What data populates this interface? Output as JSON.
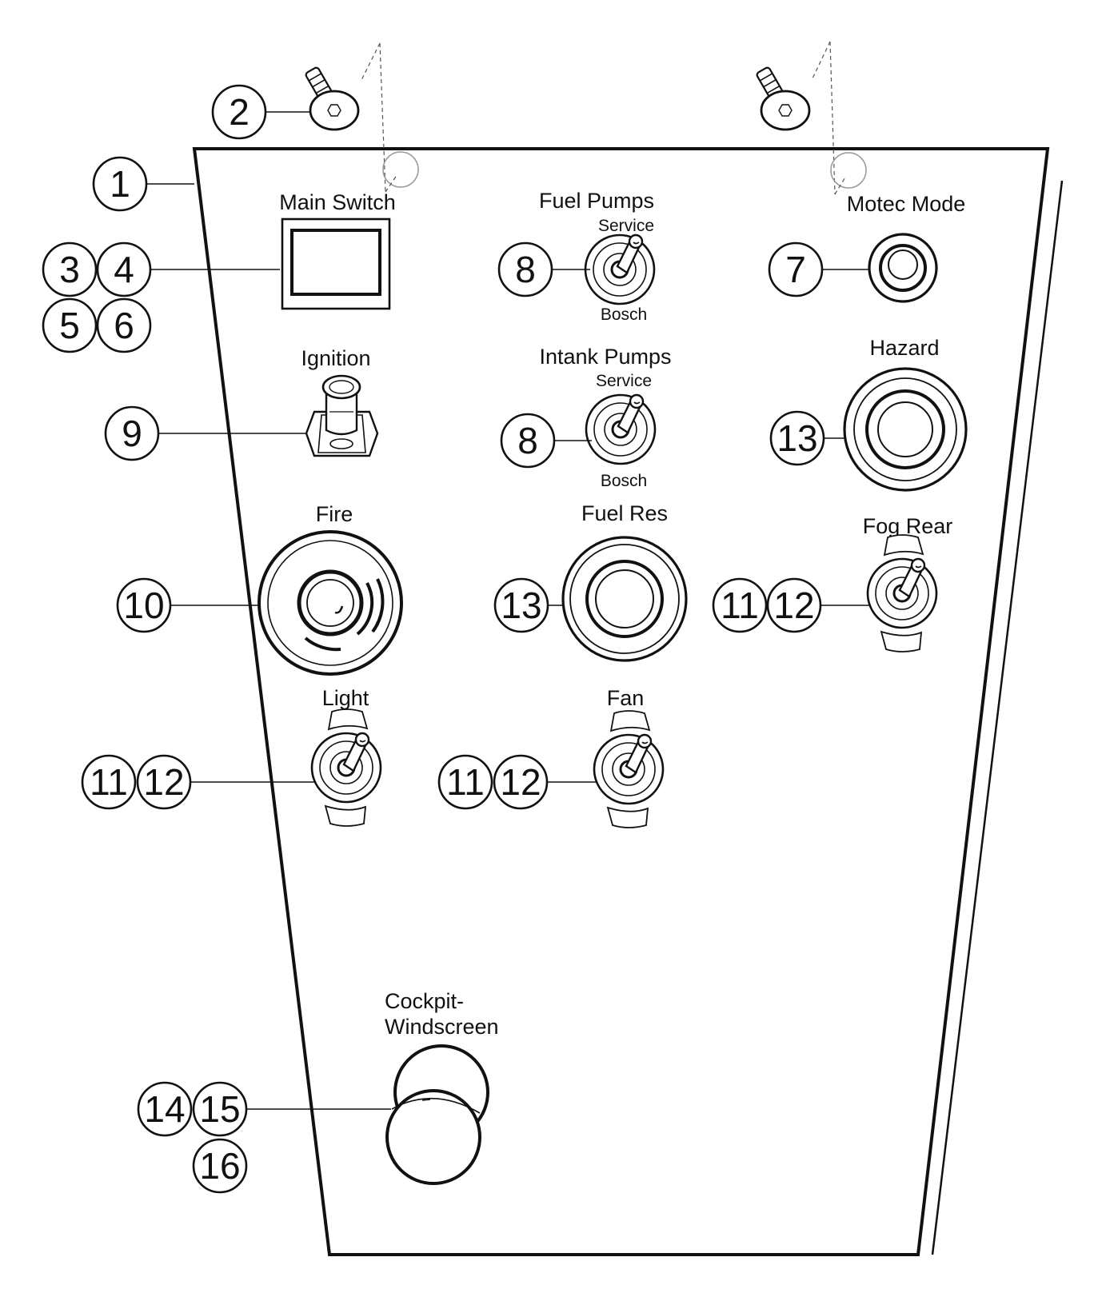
{
  "diagram": {
    "callouts": {
      "c1": "1",
      "c2": "2",
      "c3": "3",
      "c4": "4",
      "c5": "5",
      "c6": "6",
      "c7": "7",
      "c8a": "8",
      "c8b": "8",
      "c9": "9",
      "c10": "10",
      "c11a": "11",
      "c12a": "12",
      "c13a": "13",
      "c13b": "13",
      "c11b": "11",
      "c12b": "12",
      "c11c": "11",
      "c12c": "12",
      "c14": "14",
      "c15": "15",
      "c16": "16"
    },
    "labels": {
      "main_switch": "Main Switch",
      "fuel_pumps": "Fuel Pumps",
      "fuel_pumps_up": "Service",
      "fuel_pumps_down": "Bosch",
      "motec_mode": "Motec Mode",
      "ignition": "Ignition",
      "intank_pumps": "Intank Pumps",
      "intank_pumps_up": "Service",
      "intank_pumps_down": "Bosch",
      "hazard": "Hazard",
      "fire": "Fire",
      "fuel_res": "Fuel Res",
      "fog_rear": "Fog Rear",
      "light": "Light",
      "fan": "Fan",
      "cockpit_windscreen_1": "Cockpit-",
      "cockpit_windscreen_2": "Windscreen"
    }
  }
}
